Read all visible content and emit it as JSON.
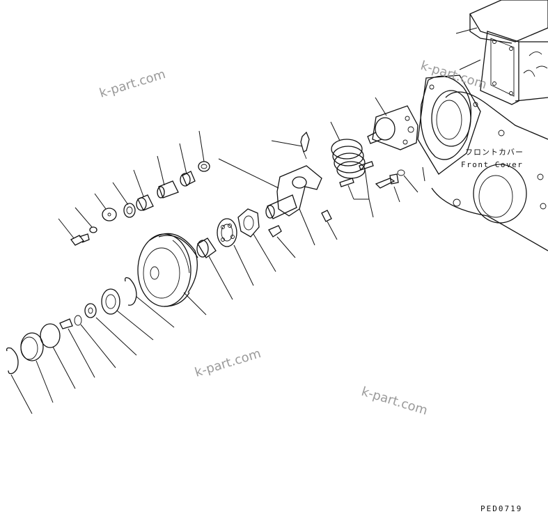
{
  "watermarks": [
    "k-part.com",
    "k-part.com",
    "k-part.com",
    "k-part.com"
  ],
  "labels": {
    "front_cover_jp": "フロントカバー",
    "front_cover_en": "Front Cover",
    "drawing_code": "PED0719"
  },
  "colors": {
    "line": "#111111",
    "watermark": "#9a9a9a",
    "background": "#ffffff"
  }
}
